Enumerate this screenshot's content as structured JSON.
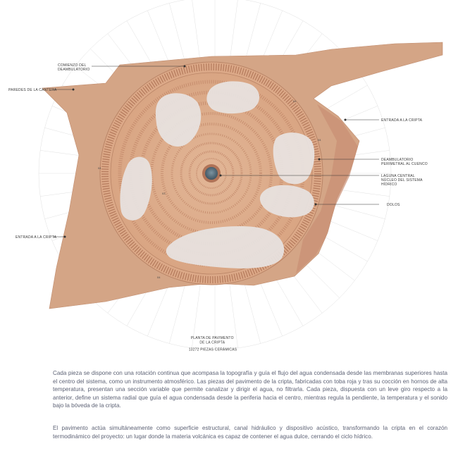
{
  "labels": {
    "comienzo": [
      "COMIENZO DEL",
      "DEAMBULATORIO"
    ],
    "paredes": [
      "PAREDES DE LA CANTERA"
    ],
    "entrada_right": [
      "ENTRADA A LA CRIPTA"
    ],
    "deambulatorio": [
      "DEAMBULATORIO",
      "PERIMETRAL AL CUENCO"
    ],
    "laguna": [
      "LAGUNA CENTRAL",
      "NÚCLEO DEL SISTEMA",
      "HÍDRICO"
    ],
    "dolos": [
      "DOLOS"
    ],
    "entrada_left": [
      "ENTRADA A LA CRIPTA"
    ]
  },
  "caption": {
    "line1": "PLANTA DE PAVIMENTO",
    "line2": "DE LA CRIPTA",
    "line3": "13272 PIEZAS CERÁMICAS"
  },
  "paragraphs": [
    "Cada pieza se dispone con una rotación continua que acompasa la topografía y guía el flujo del agua condensada desde las membranas superiores hasta el centro del sistema, como un instrumento atmosférico. Las piezas del pavimento de la cripta, fabricadas con toba roja y tras su cocción en hornos de alta temperatura, presentan una sección variable que permite canalizar y dirigir el agua, no filtrarla. Cada pieza, dispuesta con un leve giro respecto a la anterior, define un sistema radial que guía el agua condensada desde la periferia hacia el centro, mientras regula la pendiente, la temperatura y el sonido bajo la bóveda de la cripta.",
    "El pavimento actúa simultáneamente como superficie estructural, canal hidráulico y dispositivo acústico, transformando la cripta en el corazón termodinámico del proyecto: un lugar donde la materia volcánica es capaz de contener el agua dulce, cerrando el ciclo hídrico."
  ],
  "colors": {
    "terrain": "#d6a98a",
    "terrain_dark": "#c9937a",
    "ring": "#dfae8c",
    "tile": "#b8785a",
    "dolo": "#e9e4e2",
    "water": "#5d7482",
    "text": "#5d6275"
  }
}
